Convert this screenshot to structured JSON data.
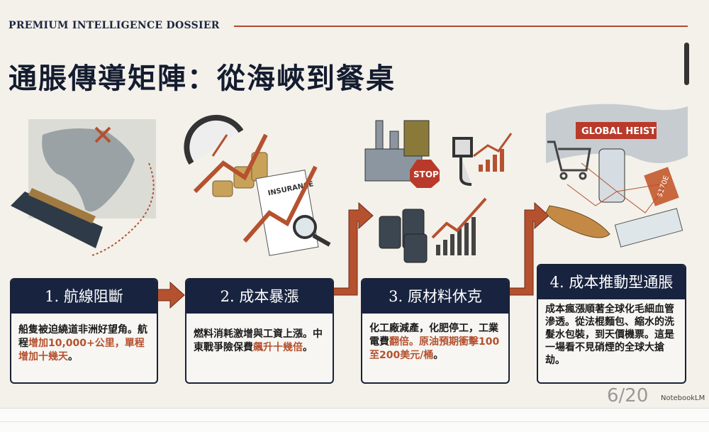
{
  "header": {
    "kicker": "PREMIUM INTELLIGENCE DOSSIER",
    "title": "通脹傳導矩陣：從海峽到餐桌"
  },
  "illustration_labels": {
    "insurance": "INSURANCE",
    "stop": "STOP",
    "global_heist": "GLOBAL HEIST",
    "price_tag": "$170E"
  },
  "steps": [
    {
      "title": "1. 航線阻斷",
      "text_a": "船隻被迫繞道非洲好望角。航程",
      "text_hl": "增加10,000+公里，單程增加十幾天",
      "text_b": "。"
    },
    {
      "title": "2. 成本暴漲",
      "text_a": "燃料消耗激增與工資上漲。中東戰爭險保費",
      "text_hl": "飆升十幾倍",
      "text_b": "。"
    },
    {
      "title": "3. 原材料休克",
      "text_a": "化工廠減產，化肥停工，工業電費",
      "text_hl": "翻倍。原油預期衝擊100至200美元/桶",
      "text_b": "。"
    },
    {
      "title": "4. 成本推動型通脹",
      "text_a": "成本瘋漲順著全球化毛細血管滲透。從法棍麵包、縮水的洗髮水包裝，到天價機票。這是一場看不見硝煙的全球大搶劫。",
      "text_hl": "",
      "text_b": ""
    }
  ],
  "footer": {
    "page": "6/20",
    "brand": "NotebookLM"
  },
  "colors": {
    "navy": "#18233f",
    "accent": "#b5512f",
    "bg": "#f3f1ea"
  }
}
